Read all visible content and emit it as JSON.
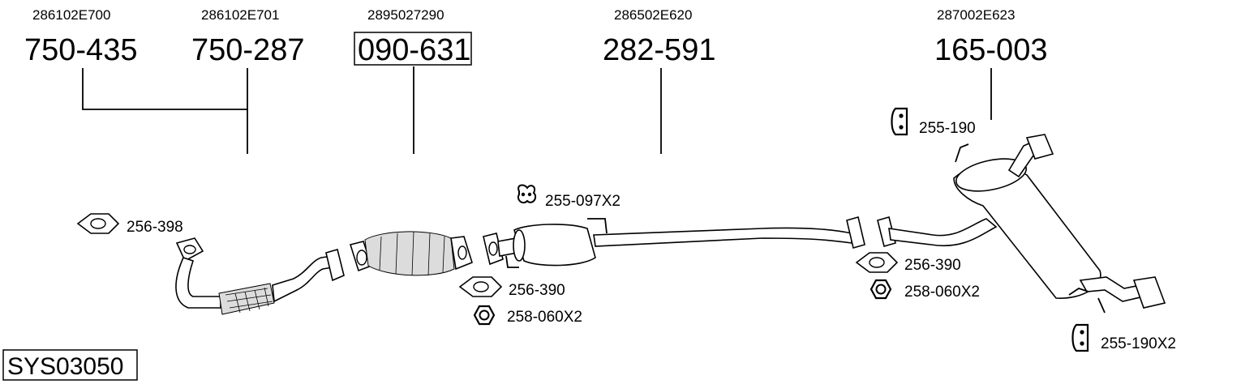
{
  "diagram": {
    "system_code": "SYS03050",
    "parts": [
      {
        "oem": "286102E700",
        "part_no": "750-435",
        "boxed": false
      },
      {
        "oem": "286102E701",
        "part_no": "750-287",
        "boxed": false
      },
      {
        "oem": "2895027290",
        "part_no": "090-631",
        "boxed": true
      },
      {
        "oem": "286502E620",
        "part_no": "282-591",
        "boxed": false
      },
      {
        "oem": "287002E623",
        "part_no": "165-003",
        "boxed": false
      }
    ],
    "accessories": {
      "gasket_front": "256-398",
      "hanger_mid": "255-097X2",
      "gasket_cat": "256-390",
      "nut_cat": "258-060X2",
      "hanger_rear_top": "255-190",
      "gasket_rear": "256-390",
      "nut_rear": "258-060X2",
      "hanger_rear_bottom": "255-190X2"
    }
  }
}
